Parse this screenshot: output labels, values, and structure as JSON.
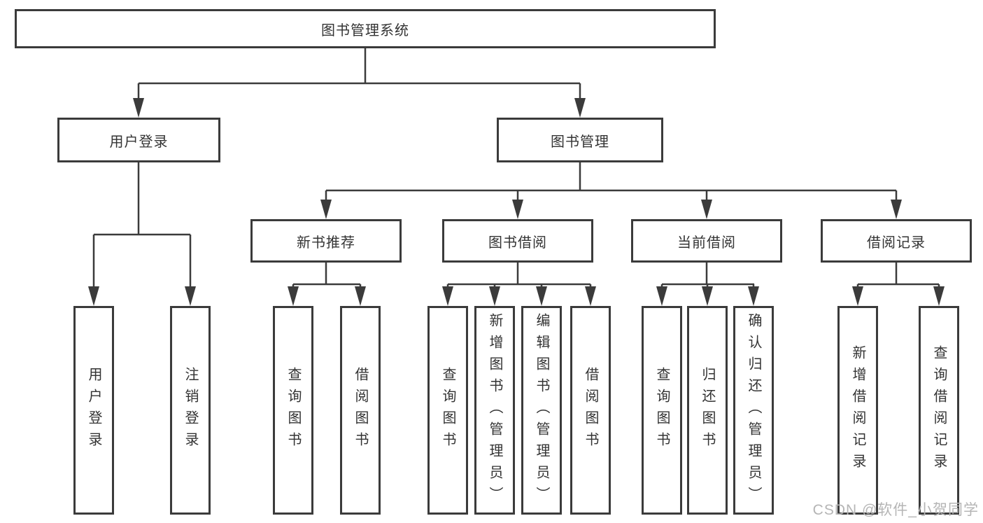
{
  "tree": {
    "label": "图书管理系统",
    "children": [
      {
        "label": "用户登录",
        "children": [
          {
            "label": "用户登录"
          },
          {
            "label": "注销登录"
          }
        ]
      },
      {
        "label": "图书管理",
        "children": [
          {
            "label": "新书推荐",
            "children": [
              {
                "label": "查询图书"
              },
              {
                "label": "借阅图书"
              }
            ]
          },
          {
            "label": "图书借阅",
            "children": [
              {
                "label": "查询图书"
              },
              {
                "label": "新增图书（管理员）"
              },
              {
                "label": "编辑图书（管理员）"
              },
              {
                "label": "借阅图书"
              }
            ]
          },
          {
            "label": "当前借阅",
            "children": [
              {
                "label": "查询图书"
              },
              {
                "label": "归还图书"
              },
              {
                "label": "确认归还（管理员）"
              }
            ]
          },
          {
            "label": "借阅记录",
            "children": [
              {
                "label": "新增借阅记录"
              },
              {
                "label": "查询借阅记录"
              }
            ]
          }
        ]
      }
    ]
  },
  "watermark": {
    "text": "CSDN @软件_小贺同学"
  },
  "colors": {
    "line": "#3b3b3b",
    "box_border": "#3b3b3b",
    "text": "#333333",
    "background": "#ffffff",
    "watermark": "#b5b5b5"
  }
}
